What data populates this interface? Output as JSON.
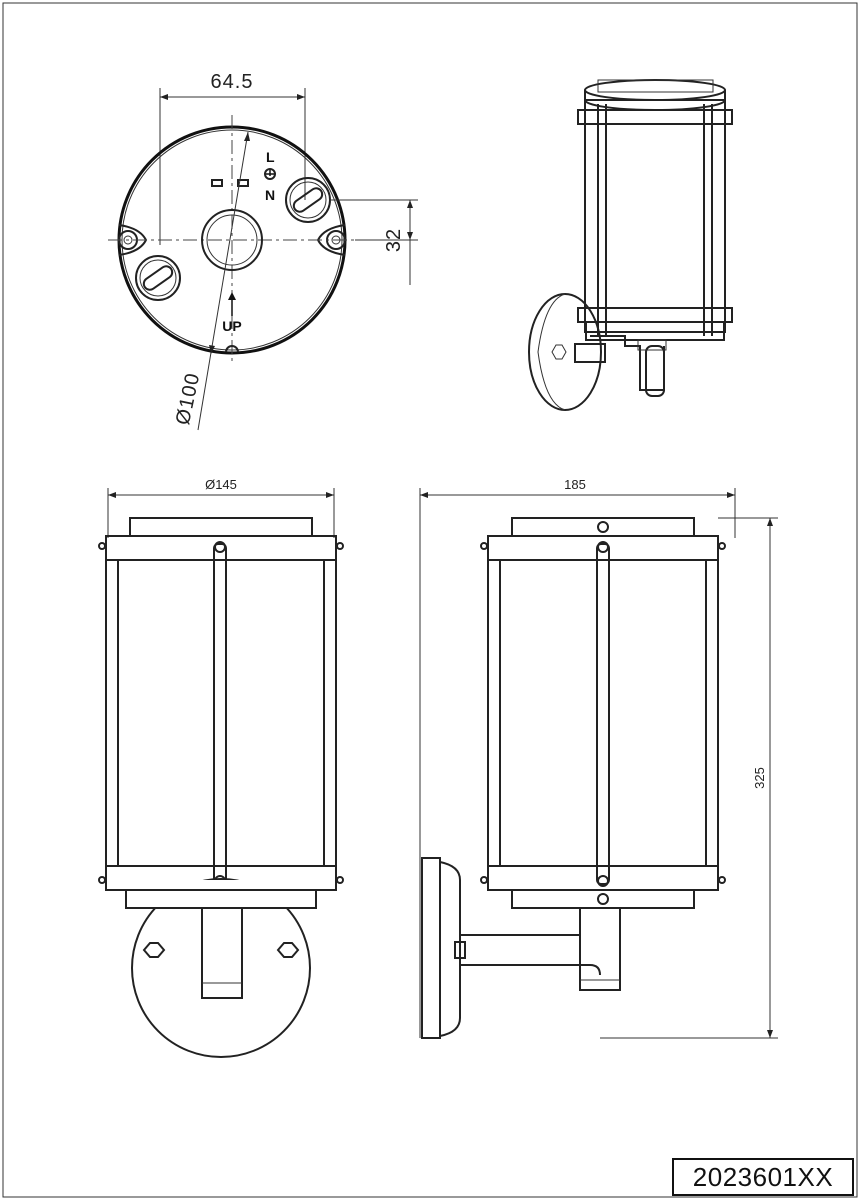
{
  "drawing": {
    "product_code": "2023601XX",
    "top_view": {
      "dimension_width": "64.5",
      "dimension_offset": "32",
      "dimension_diameter": "Ø100",
      "terminal_live": "L",
      "terminal_neutral": "N",
      "mount_direction": "UP",
      "earth_symbol": "⏚"
    },
    "front_view": {
      "dimension_diameter": "Ø145"
    },
    "side_view": {
      "dimension_depth": "185",
      "dimension_height": "325"
    }
  }
}
